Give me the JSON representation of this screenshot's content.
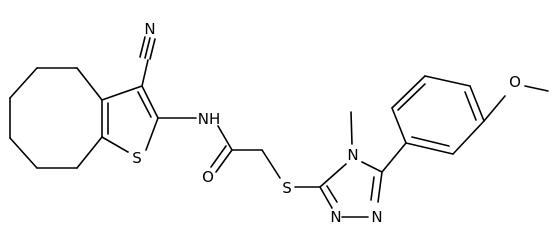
{
  "molecule": {
    "atoms": {
      "n_nitrile": "N",
      "s_thiophene": "S",
      "n_amide": "NH",
      "o_carbonyl": "O",
      "s_thioether": "S",
      "n_triazole_4": "N",
      "n_triazole_1": "N",
      "n_triazole_2": "N",
      "o_methoxy": "O"
    }
  },
  "colors": {
    "bond": "#000000",
    "label": "#000000",
    "background": "#ffffff"
  }
}
